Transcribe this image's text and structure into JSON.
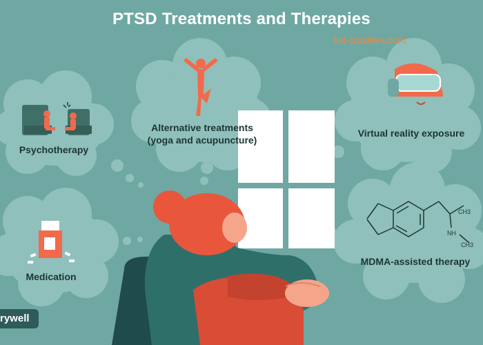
{
  "title": "PTSD Treatments and Therapies",
  "watermark": "list-crawlers.com",
  "brand": "rywell",
  "bubbles": {
    "psychotherapy": "Psychotherapy",
    "alternative_line1": "Alternative treatments",
    "alternative_line2": "(yoga and acupuncture)",
    "virtual_reality": "Virtual reality exposure",
    "medication": "Medication",
    "mdma": "MDMA-assisted therapy"
  },
  "molecule": {
    "ch3_top": "CH3",
    "nh": "NH",
    "ch3_bottom": "CH3"
  },
  "colors": {
    "background": "#6fa8a3",
    "bubble": "#8fc0bb",
    "accent": "#f26a4b",
    "hair": "#e8573c",
    "sweater": "#2f6f6a",
    "window": "#ffffff"
  }
}
